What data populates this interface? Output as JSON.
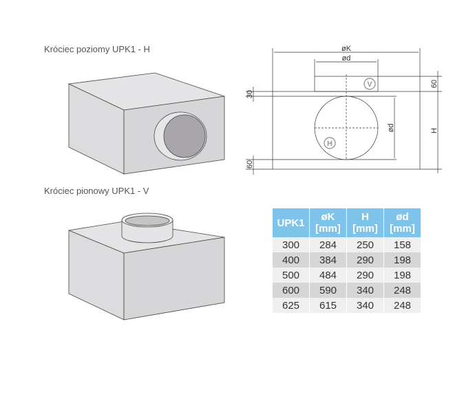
{
  "labels": {
    "horizontal": "Króciec poziomy UPK1 - H",
    "vertical": "Króciec pionowy UPK1 - V"
  },
  "drawing": {
    "dim_K": "øK",
    "dim_d_top": "ød",
    "dim_d_side": "ød",
    "dim_H": "H",
    "dim_60_top": "60",
    "dim_30": "30",
    "dim_60_bottom": "60",
    "marker_V": "V",
    "marker_H": "H"
  },
  "table": {
    "headers": [
      [
        "UPK1",
        ""
      ],
      [
        "øK",
        "[mm]"
      ],
      [
        "H",
        "[mm]"
      ],
      [
        "ød",
        "[mm]"
      ]
    ],
    "rows": [
      [
        "300",
        "284",
        "250",
        "158"
      ],
      [
        "400",
        "384",
        "290",
        "198"
      ],
      [
        "500",
        "484",
        "290",
        "198"
      ],
      [
        "600",
        "590",
        "340",
        "248"
      ],
      [
        "625",
        "615",
        "340",
        "248"
      ]
    ]
  }
}
